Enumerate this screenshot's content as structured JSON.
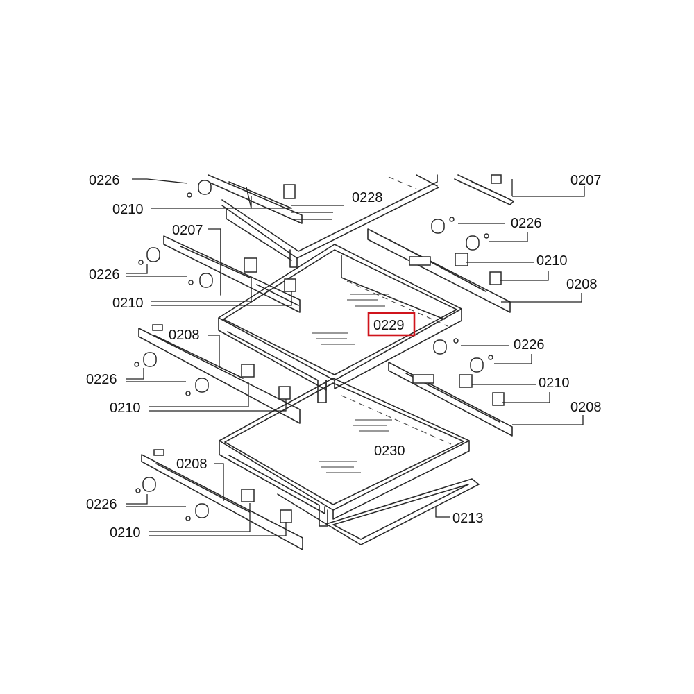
{
  "diagram": {
    "highlight_color": "#d0141c",
    "highlighted_part": "0229",
    "labels": {
      "l_0226_a": "0226",
      "l_0210_a": "0210",
      "l_0228": "0228",
      "l_0207_a": "0207",
      "l_0207_b": "0207",
      "l_0226_b": "0226",
      "l_0226_c": "0226",
      "l_0210_b": "0210",
      "l_0210_c": "0210",
      "l_0208_a": "0208",
      "l_0229": "0229",
      "l_0208_b": "0208",
      "l_0226_d": "0226",
      "l_0226_e": "0226",
      "l_0210_d": "0210",
      "l_0210_e": "0210",
      "l_0208_c": "0208",
      "l_0208_d": "0208",
      "l_0230": "0230",
      "l_0226_f": "0226",
      "l_0213": "0213",
      "l_0210_f": "0210"
    }
  }
}
